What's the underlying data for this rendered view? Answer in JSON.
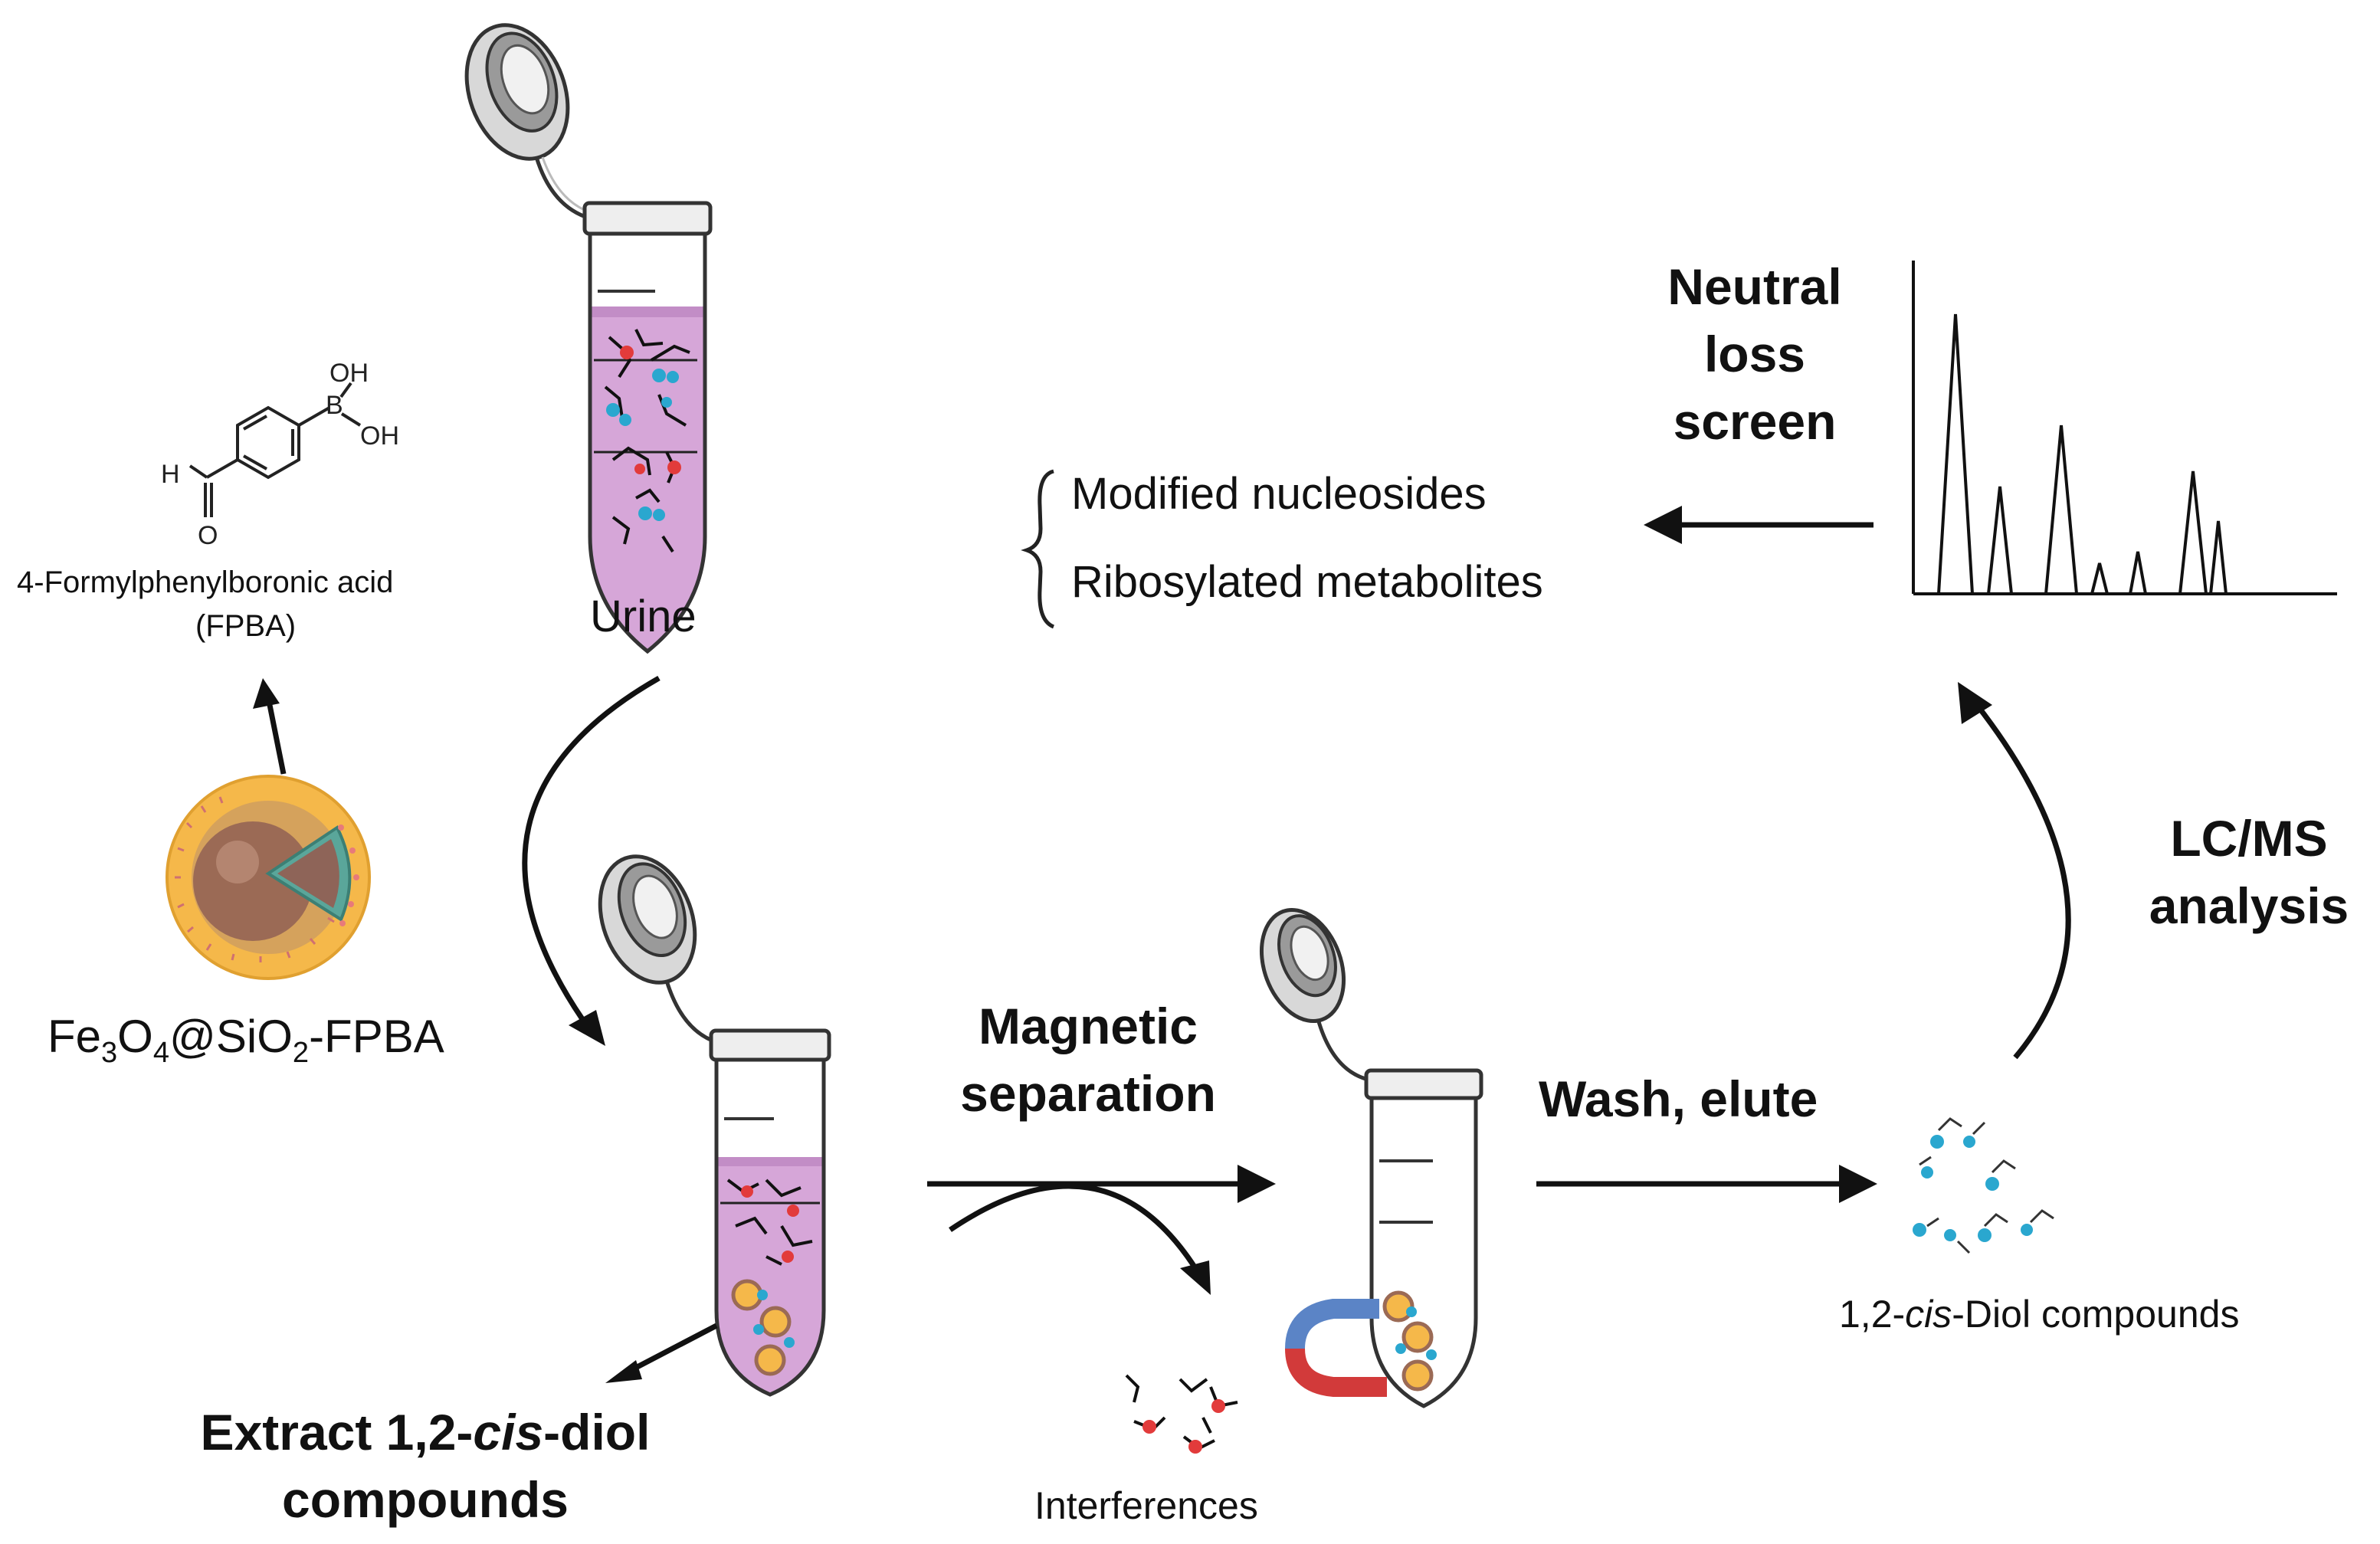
{
  "reagent": {
    "name": "4-Formylphenylboronic acid",
    "abbrev": "(FPBA)",
    "atoms": {
      "oh_top": "OH",
      "boron": "B",
      "oh_right": "OH",
      "h": "H",
      "o": "O"
    }
  },
  "nanoparticle": {
    "label_parts": [
      "Fe",
      "3",
      "O",
      "4",
      "@SiO",
      "2",
      "-FPBA"
    ]
  },
  "sample": {
    "label": "Urine"
  },
  "steps": {
    "magnetic_line1": "Magnetic",
    "magnetic_line2": "separation",
    "wash": "Wash, elute",
    "lcms_line1": "LC/MS",
    "lcms_line2": "analysis",
    "neutral_line1": "Neutral",
    "neutral_line2": "loss",
    "neutral_line3": "screen",
    "extract_parts": [
      "Extract 1,2-",
      "cis",
      "-diol"
    ],
    "extract_line2": "compounds"
  },
  "outputs": {
    "interferences": "Interferences",
    "diols_parts": [
      "1,2-",
      "cis",
      "-Diol compounds"
    ],
    "results": [
      "Modified nucleosides",
      "Ribosylated metabolites"
    ]
  },
  "colors": {
    "liquid": "#d6a6d8",
    "particle_shell": "#f5b84a",
    "particle_core": "#9b6a55",
    "silica": "#5aa69a",
    "magnet_blue": "#5b84c6",
    "magnet_red": "#d23a3a",
    "analyte_blue": "#2aa7cf",
    "interference_red": "#e23b3b"
  },
  "icons": [
    "microtube-icon",
    "magnet-icon",
    "nanoparticle-icon",
    "chromatogram-icon"
  ]
}
